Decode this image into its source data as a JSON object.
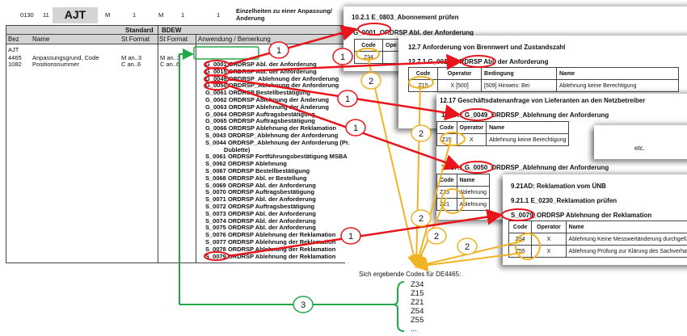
{
  "segment": {
    "nr": "0130",
    "count": "11",
    "tag": "AJT",
    "std_st": "M",
    "std_rep": "1",
    "bdew_st": "M",
    "bdew_rep": "1",
    "level": "1",
    "desc": "Einzelheiten zu einer Anpassung/Änderung"
  },
  "table": {
    "group_standard": "Standard",
    "group_bdew": "BDEW",
    "col_bez": "Bez",
    "col_name": "Name",
    "col_st_format": "St Format",
    "col_bdew_st_format": "St Format",
    "col_anwendung": "Anwendung / Bemerkung",
    "rows": [
      {
        "bez": "AJT",
        "name": "",
        "std": "",
        "bdew": ""
      },
      {
        "bez": "4465",
        "name": "Anpassungsgrund, Code",
        "std": "M an..3",
        "bdew": "M an..3"
      },
      {
        "bez": "1082",
        "name": "Positionsnummer",
        "std": "C an..6",
        "bdew": "C an..6"
      }
    ],
    "codes": [
      "G_0001 ORDRSP Abl. der Anforderung",
      "G_0015 ORDRSP Abl. der Anforderung",
      "G_0049 ORDRSP_Ablehnung der Anforderung",
      "G_0050 ORDRSP_Ablehnung der Anforderung",
      "G_0061 ORDRSP Bestellbestätigung",
      "G_0062 ORDRSP Ablehnung der Änderung",
      "G_0063 ORDRSP Ablehnung der Änderung",
      "G_0064 ORDRSP Auftragsbestätigung",
      "G_0065 ORDRSP Auftragsbestätigung",
      "G_0066 ORDRSP Ablehnung der Reklamation",
      "S_0043 ORDRSP_Ablehnung der Anforderung",
      "S_0044 ORDRSP_Ablehnung der Anforderung (Pr.",
      "           Dublette)",
      "S_0061 ORDRSP Fortführungsbestätigung MSBA",
      "S_0062 ORDRSP Ablehnung",
      "S_0067 ORDRSP Bestellbestätigung",
      "S_0068 ORDRSP Abl. er Bestellung",
      "S_0069 ORDRSP Abl. der Anforderung",
      "S_0070 ORDRSP Auftragsbestätigung",
      "S_0071 ORDRSP Abl. der Anforderung",
      "S_0072 ORDRSP Auftragsbestätigung",
      "S_0073 ORDRSP Abl. der Anforderung",
      "S_0074 ORDRSP Abl. der Anforderung",
      "S_0075 ORDRSP Abl. der Anforderung",
      "S_0076 ORDRSP Ablehnung der Reklamation",
      "S_0077 ORDRSP Ablehnung der Reklamation",
      "S_0078 ORDRSP Ablehnung der Reklamation",
      "S_0079 ORDRSP Ablehnung der Reklamation"
    ]
  },
  "panels": {
    "p1": {
      "title": "10.2.1   E_0803_Abonnement prüfen",
      "sub": "G_0001_ORDRSP Abl. der Anforderung",
      "h_code": "Code",
      "h_op": "Ope",
      "code": "Z34"
    },
    "p2": {
      "title": "12.7  Anforderung von Brennwert und Zustandszahl",
      "sub": "12.7.1 G_0015_ORDRSP Abl. der Anforderung",
      "h_code": "Code",
      "h_op": "Operator",
      "h_bed": "Bedingung",
      "h_name": "Name",
      "code": "Z15",
      "op": "X [500]",
      "bed": "[509] Hinweis: Bei",
      "name": "Ablehnung keine Berechtigung"
    },
    "p3": {
      "title": "12.17 Geschäftsdatenanfrage von Lieferanten an den Netzbetreiber",
      "sub": "12.17.1 G_0049_ORDRSP_Ablehnung der Anforderung",
      "h_code": "Code",
      "h_op": "Operator",
      "h_name": "Name",
      "code": "Z15",
      "op": "X",
      "name": "Ablehnung keine Berechtigung",
      "sub2": "12.17.1 G_0050_ORDRSP_Ablehnung der Anforderung",
      "h2_code": "Code",
      "h2_name": "Name",
      "r1_code": "Z15",
      "r1_name": "Ablehnung",
      "r2_code": "Z21",
      "r2_name": "Ablehnung"
    },
    "etc": {
      "text": "etc."
    },
    "p5": {
      "title": "9.21AD: Reklamation vom ÜNB",
      "title2": "9.21.1   E_0230_Reklamation prüfen",
      "sub": "S_0079_ORDRSP Ablehnung der Reklamation",
      "h_code": "Code",
      "h_op": "Operator",
      "h_name": "Name",
      "r1_code": "Z54",
      "r1_op": "X",
      "r1_name": "Ablehnung Keine Messwertänderung durchgeführt",
      "r2_code": "Z55",
      "r2_op": "X",
      "r2_name": "Ablehnung Prüfung zur Klärung des Sachverhalts"
    }
  },
  "result": {
    "label": "Sich ergebende Codes für DE4465:",
    "codes": [
      "Z34",
      "Z15",
      "Z21",
      "Z54",
      "Z55",
      "..."
    ]
  },
  "markers": {
    "one": "1",
    "two": "2",
    "three": "3"
  },
  "colors": {
    "red": "#e8141b",
    "yellow": "#f0b323",
    "green": "#22a846",
    "header_gray": "#d4d4d4"
  }
}
